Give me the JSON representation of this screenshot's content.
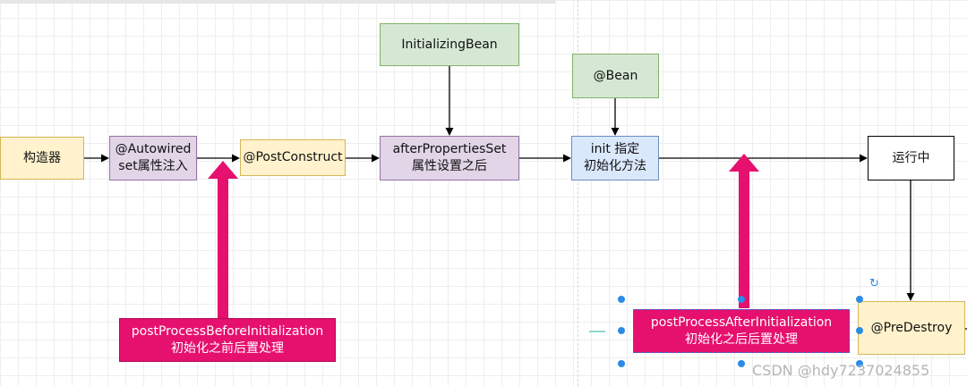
{
  "nodes": {
    "constructor": "构造器",
    "autowired": [
      "@Autowired",
      "set属性注入"
    ],
    "post_construct": "@PostConstruct",
    "initializing_bean": "InitializingBean",
    "after_properties_set": [
      "afterPropertiesSet",
      "属性设置之后"
    ],
    "bean_annotation": "@Bean",
    "init_method": [
      "init 指定",
      "初始化方法"
    ],
    "running": "运行中",
    "pre_destroy": "@PreDestroy",
    "before_init": [
      "postProcessBeforeInitialization",
      "初始化之前后置处理"
    ],
    "after_init": [
      "postProcessAfterInitialization",
      "初始化之后后置处理"
    ]
  },
  "watermark": "CSDN @hdy7237024855",
  "colors": {
    "yellow_fill": "#fff2cc",
    "purple_fill": "#e1d5e7",
    "green_fill": "#d5e8d4",
    "blue_fill": "#dae8fc",
    "pink_fill": "#e6106e",
    "selection_handle": "#2b8be6"
  }
}
